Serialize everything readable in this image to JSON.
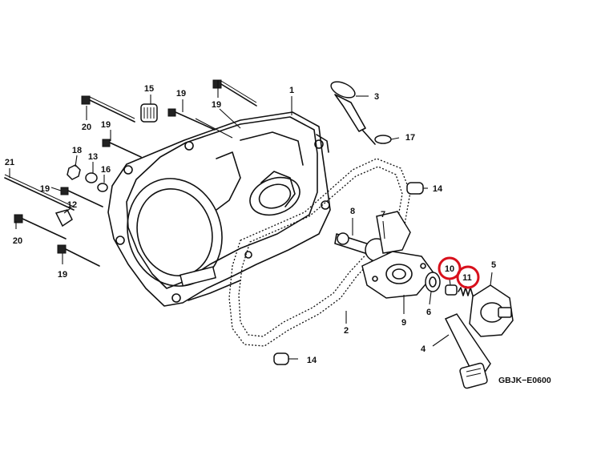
{
  "diagram_code": "GBJK−E0600",
  "highlight_color": "#d8101c",
  "callouts": {
    "c1": "1",
    "c2": "2",
    "c3": "3",
    "c4": "4",
    "c5": "5",
    "c6": "6",
    "c7": "7",
    "c8": "8",
    "c9": "9",
    "c10": "10",
    "c11": "11",
    "c12": "12",
    "c13": "13",
    "c14a": "14",
    "c14b": "14",
    "c15": "15",
    "c16": "16",
    "c17": "17",
    "c18": "18",
    "c19a": "19",
    "c19b": "19",
    "c19c": "19",
    "c19d": "19",
    "c19e": "19",
    "c20a": "20",
    "c20b": "20",
    "c21": "21"
  }
}
